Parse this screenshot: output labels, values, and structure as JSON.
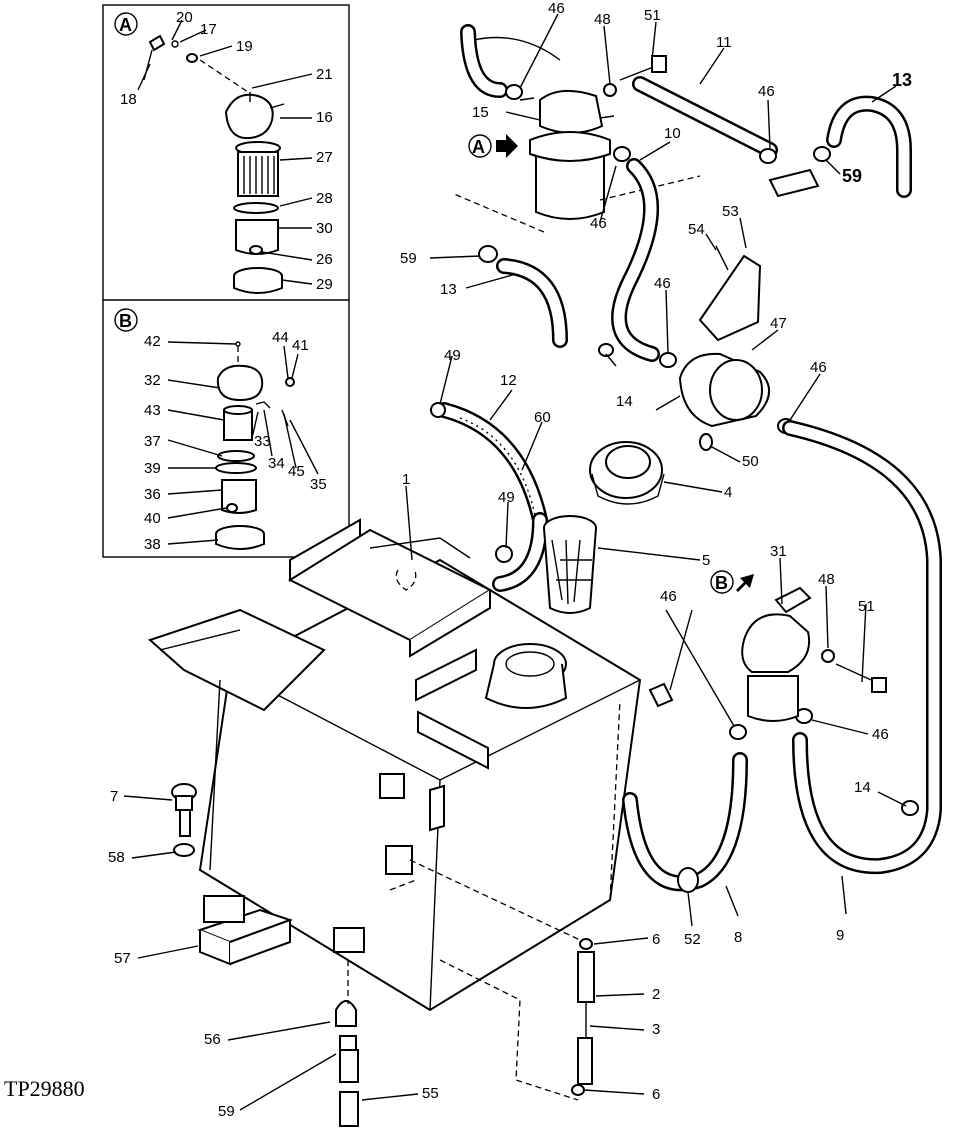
{
  "figure_code": "TP29880",
  "inset_a": {
    "tag": "A",
    "labels": [
      "20",
      "17",
      "19",
      "18",
      "21",
      "16",
      "27",
      "28",
      "30",
      "26",
      "29"
    ]
  },
  "inset_b": {
    "tag": "B",
    "labels": [
      "42",
      "44",
      "41",
      "32",
      "43",
      "33",
      "34",
      "45",
      "35",
      "37",
      "39",
      "36",
      "40",
      "38"
    ]
  },
  "callouts": [
    "46",
    "48",
    "51",
    "11",
    "13",
    "15",
    "46",
    "59",
    "10",
    "59",
    "46",
    "54",
    "53",
    "13",
    "46",
    "47",
    "46",
    "14",
    "49",
    "12",
    "60",
    "50",
    "1",
    "4",
    "49",
    "5",
    "31",
    "48",
    "51",
    "46",
    "46",
    "7",
    "14",
    "58",
    "52",
    "8",
    "9",
    "6",
    "57",
    "2",
    "3",
    "56",
    "6",
    "59",
    "55"
  ],
  "view_markers": [
    "A",
    "B"
  ]
}
